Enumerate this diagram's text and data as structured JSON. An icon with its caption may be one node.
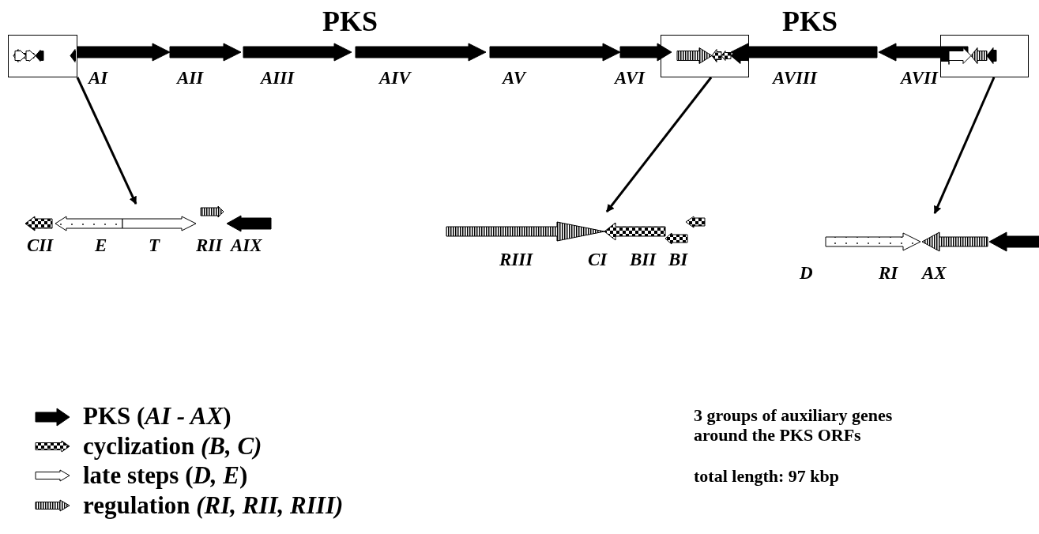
{
  "diagram": {
    "nodes": [
      {
        "text": [],
        "shape": "box"
      },
      {
        "text": [],
        "shape": "box"
      },
      {
        "text": [],
        "shape": "box"
      },
      {
        "text": [],
        "shape": "picture"
      },
      {
        "text": [],
        "shape": "picture"
      },
      {
        "text": [],
        "shape": "picture"
      }
    ],
    "edges": [
      {
        "from": 0,
        "to": 3,
        "arrow": "to"
      },
      {
        "from": 1,
        "to": 4,
        "arrow": "to"
      },
      {
        "from": 2,
        "to": 5,
        "arrow": "to"
      }
    ],
    "labels": [
      "PKS",
      "PKS",
      "AI",
      "AII",
      "AIII",
      "AIV",
      "AV",
      "AVI",
      "AVIII",
      "AVII",
      "CII",
      "E",
      "T",
      "RII",
      "AIX",
      "RIII",
      "CI",
      "BII",
      "BI",
      "D",
      "RI",
      "AX",
      "3 groups of auxiliary genes around the PKS ORFs",
      "total length: 97 kbp"
    ],
    "legend": [
      {
        "text": "PKS (*AI - AX*)"
      },
      {
        "text": "cyclization *(B, C)*"
      },
      {
        "text": "late steps (*D, E*)"
      },
      {
        "text": "regulation *(RI, RII, RIII)*"
      }
    ]
  }
}
